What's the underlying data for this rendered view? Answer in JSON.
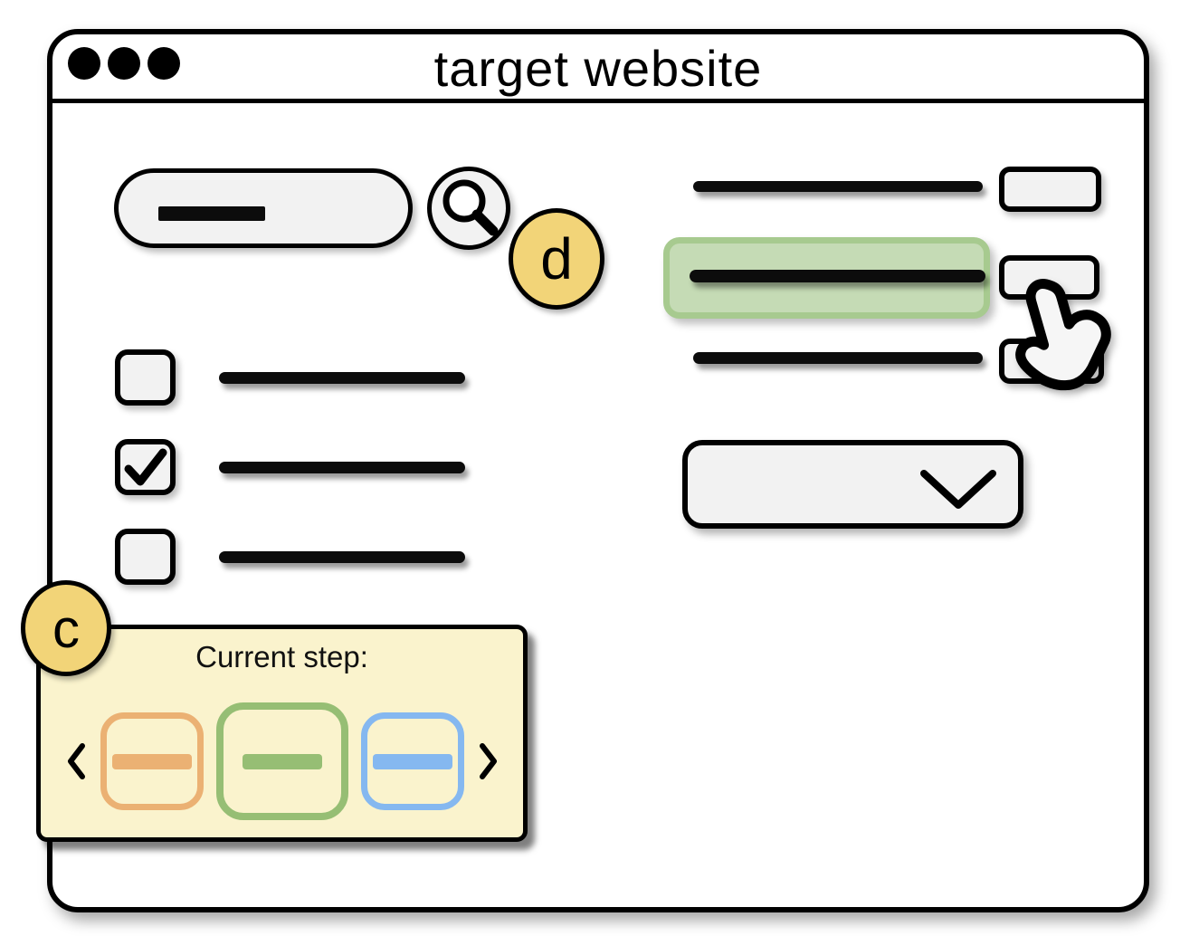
{
  "window": {
    "title": "target website",
    "traffic_lights": 3
  },
  "annotations": {
    "c_badge": "c",
    "d_badge": "d"
  },
  "left_list": {
    "items": [
      {
        "checked": false
      },
      {
        "checked": true
      },
      {
        "checked": false
      }
    ]
  },
  "right_list": {
    "rows": 3,
    "highlighted_row": 2
  },
  "current_step_panel": {
    "title": "Current step:",
    "carousel": {
      "items": [
        {
          "name": "step-previous",
          "color": "#EBB173",
          "active": false
        },
        {
          "name": "step-current",
          "color": "#96BE74",
          "active": true
        },
        {
          "name": "step-next",
          "color": "#85B8F0",
          "active": false
        }
      ]
    }
  },
  "colors": {
    "highlight_fill": "#C5DBB5",
    "highlight_border": "#A7CA8F",
    "badge_fill": "#F2D478",
    "panel_fill": "#FAF3CD",
    "control_fill": "#F2F2F2"
  }
}
